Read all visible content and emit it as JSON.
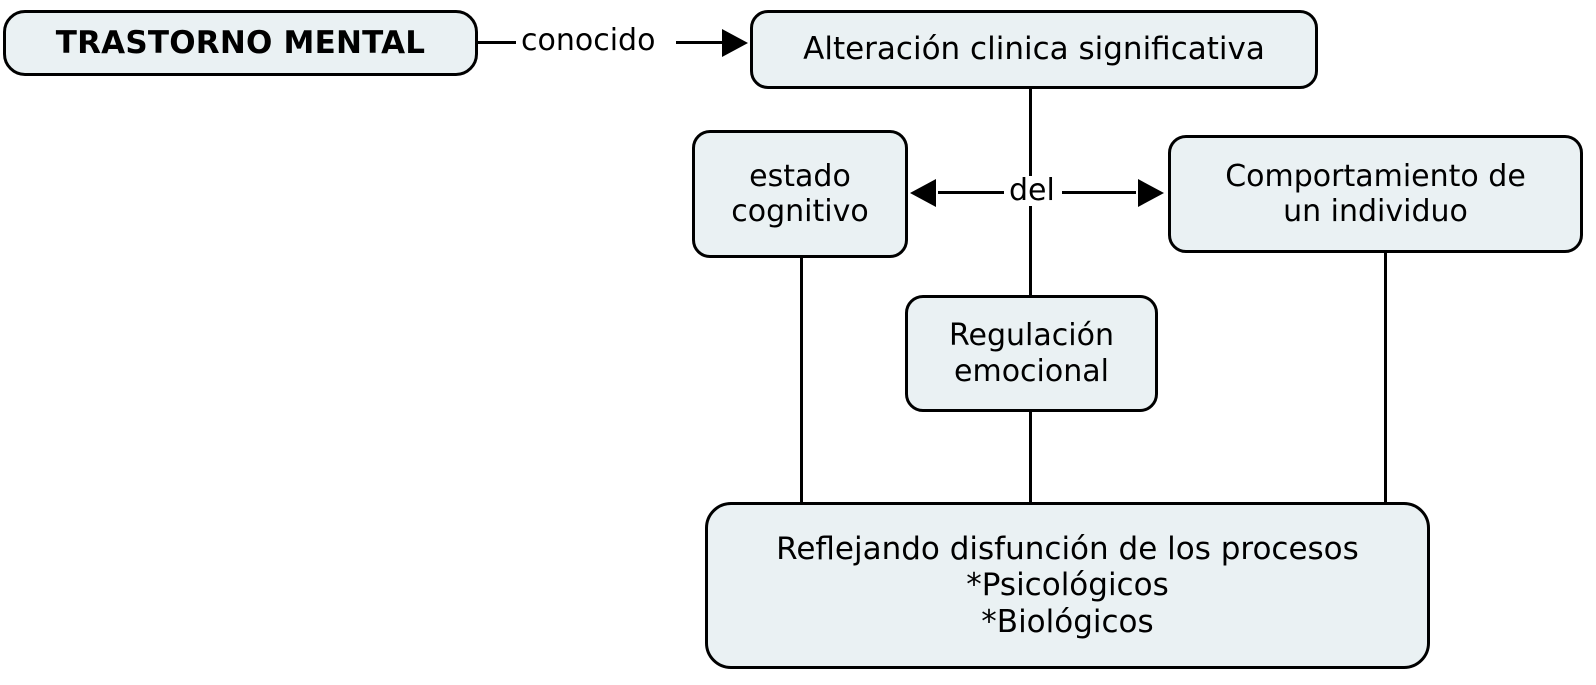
{
  "diagram": {
    "title": "Trastorno mental concept map",
    "colors": {
      "node_fill": "#eaf1f3",
      "node_border": "#000000",
      "text": "#000000",
      "background": "#ffffff"
    },
    "nodes": {
      "trastorno": {
        "label": "TRASTORNO MENTAL"
      },
      "alteracion": {
        "label": "Alteración clinica significativa"
      },
      "estado": {
        "label": "estado\ncognitivo"
      },
      "comportamiento": {
        "label": "Comportamiento de\nun individuo"
      },
      "regulacion": {
        "label": "Regulación\nemocional"
      },
      "reflejando": {
        "label": "Reflejando disfunción de los procesos\n*Psicológicos\n*Biológicos"
      }
    },
    "edges": {
      "conocido": {
        "label": "conocido",
        "from": "trastorno",
        "to": "alteracion",
        "direction": "right"
      },
      "del": {
        "label": "del",
        "from": "alteracion",
        "to": "estado / comportamiento",
        "direction": "both"
      }
    }
  }
}
